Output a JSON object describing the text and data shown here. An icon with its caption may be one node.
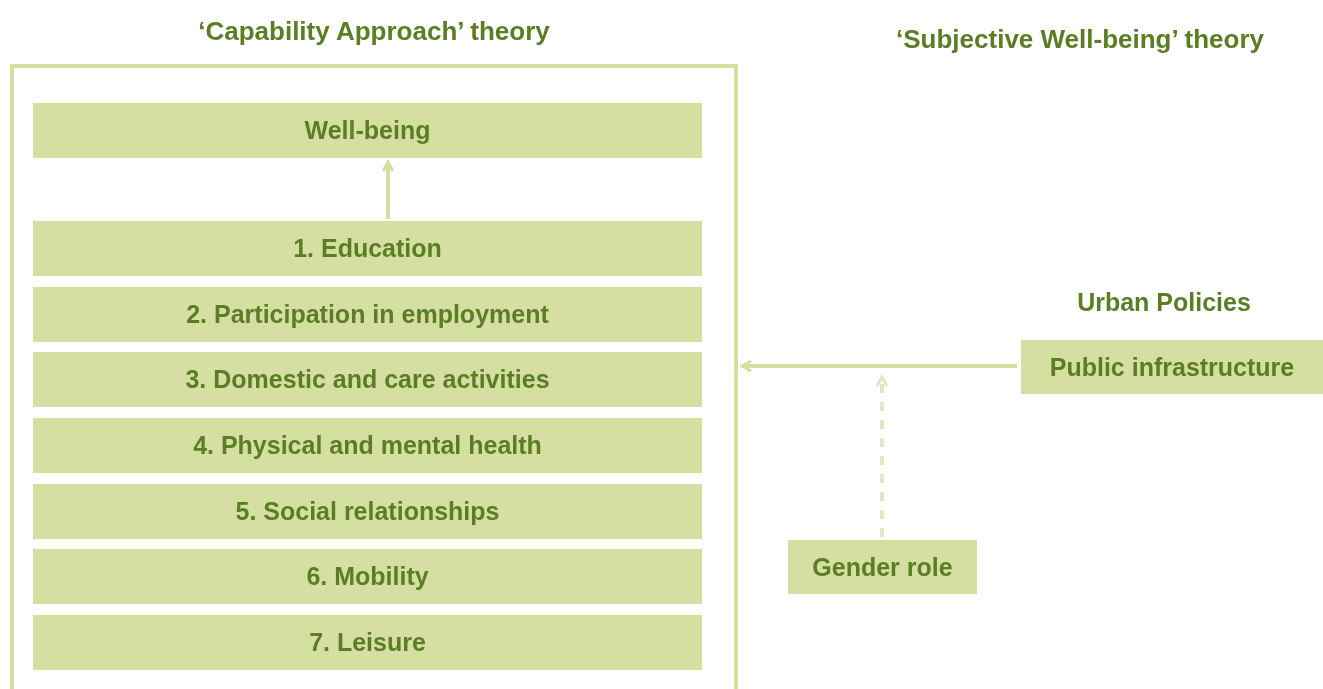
{
  "diagram": {
    "title": "‘Subjective Well-being’ theory",
    "nodes": [
      {
        "text": [
          "‘Capability Approach’ theory"
        ]
      },
      {
        "text": [
          "Well-being"
        ],
        "in": 0
      },
      {
        "text": [
          "1. Education"
        ],
        "in": 0
      },
      {
        "text": [
          "2. Participation in employment"
        ],
        "in": 0
      },
      {
        "text": [
          "3. Domestic and care activities"
        ],
        "in": 0
      },
      {
        "text": [
          "4. Physical and mental health"
        ],
        "in": 0
      },
      {
        "text": [
          "5. Social relationships"
        ],
        "in": 0
      },
      {
        "text": [
          "6. Mobility"
        ],
        "in": 0
      },
      {
        "text": [
          "7. Leisure"
        ],
        "in": 0
      },
      {
        "text": [
          "Public infrastructure"
        ],
        "beside": [
          "Urban Policies"
        ]
      },
      {
        "text": [
          "Gender role"
        ]
      }
    ],
    "edges": [
      {
        "from": 2,
        "to": 1,
        "arrow": "to"
      },
      {
        "from": 9,
        "to": 0,
        "arrow": "to"
      },
      {
        "from": 10,
        "to": null,
        "arrow": "to",
        "style": "dashed",
        "color": "#dfe7c4"
      }
    ]
  }
}
